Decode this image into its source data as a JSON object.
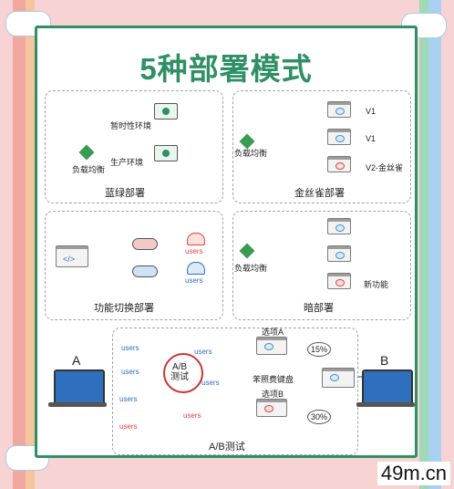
{
  "title": "5种部署模式",
  "blue_green": {
    "title": "蓝绿部署",
    "lb_label": "负载均衡",
    "temp_env": "暂时性环境",
    "prod_env": "生产环境"
  },
  "canary": {
    "title": "金丝雀部署",
    "lb_label": "负载均衡",
    "targets": [
      "V1",
      "V1",
      "V2-金丝雀"
    ]
  },
  "feature_toggle": {
    "title": "功能切换部署",
    "user_groups": [
      "users",
      "users"
    ]
  },
  "dark": {
    "title": "暗部署",
    "lb_label": "负载均衡",
    "new_feature": "新功能"
  },
  "ab": {
    "title": "A/B测试",
    "hub": "A/B\n测试",
    "users": [
      "users",
      "users",
      "users",
      "users",
      "users",
      "users",
      "users"
    ],
    "option_a": "选项A",
    "option_b": "选项B",
    "pct_a": "15%",
    "pct_b": "30%",
    "middle": "苯照费键盘",
    "side_a": "A",
    "side_b": "B"
  },
  "watermark": "49m.cn",
  "colors": {
    "brand_green": "#2f8f65",
    "alert_red": "#d44444",
    "accent_blue": "#2e6fbe"
  }
}
